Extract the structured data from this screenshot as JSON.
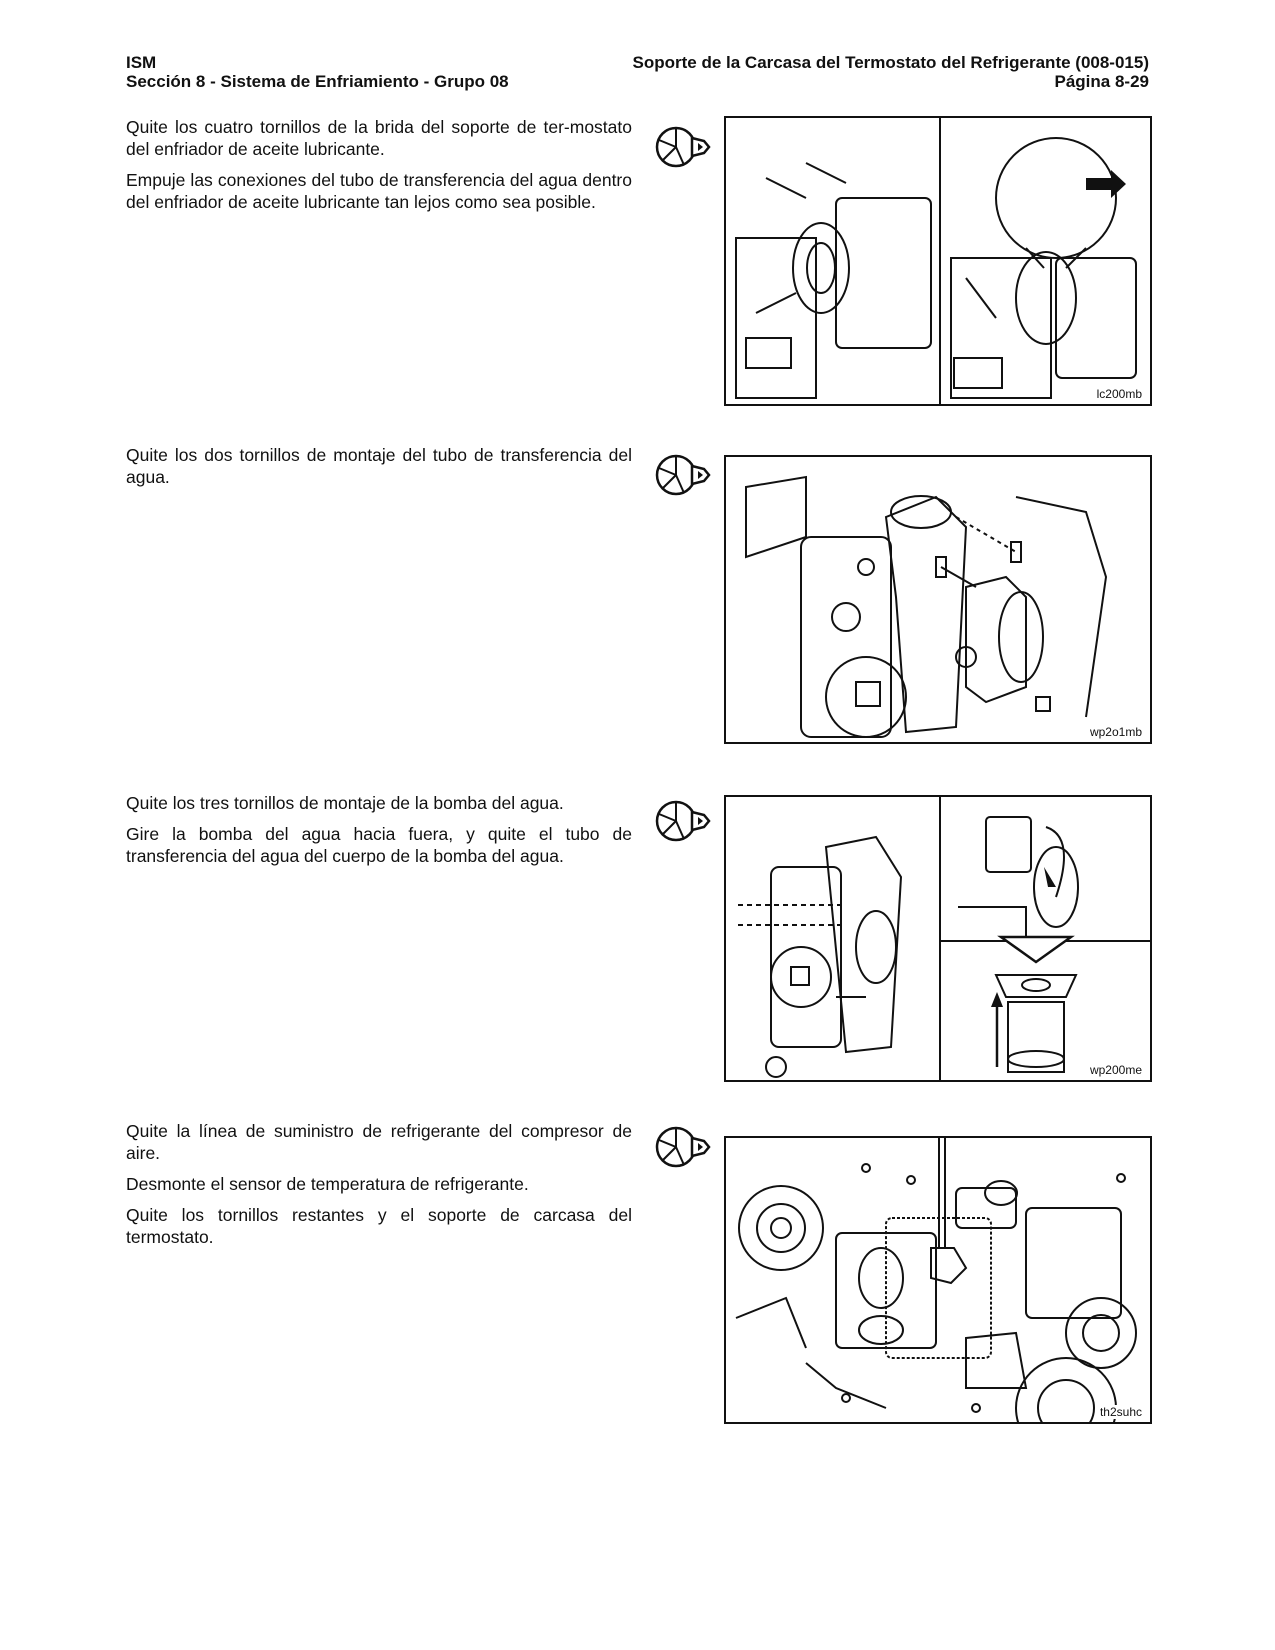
{
  "header": {
    "product": "ISM",
    "section": "Sección 8 - Sistema de Enfriamiento - Grupo 08",
    "title": "Soporte de la Carcasa del Termostato del Refrigerante (008-015)",
    "page": "Página 8-29"
  },
  "steps": [
    {
      "paragraphs": [
        "Quite los cuatro tornillos de la brida del soporte de ter-mostato del enfriador de aceite lubricante.",
        "Empuje las conexiones del tubo de transferencia del agua dentro del enfriador de aceite lubricante tan lejos como sea posible."
      ],
      "figure_label": "lc200mb",
      "tool_icon": "wrench-socket-icon"
    },
    {
      "paragraphs": [
        "Quite los dos tornillos de montaje del tubo de transferencia del agua."
      ],
      "figure_label": "wp2o1mb",
      "tool_icon": "wrench-socket-icon"
    },
    {
      "paragraphs": [
        "Quite los tres tornillos de montaje de la bomba del agua.",
        "Gire la bomba del agua hacia fuera, y quite el tubo de transferencia del agua del cuerpo de la bomba del agua."
      ],
      "figure_label": "wp200me",
      "tool_icon": "wrench-socket-icon"
    },
    {
      "paragraphs": [
        "Quite la línea de suministro de refrigerante del compresor de aire.",
        "Desmonte el sensor de temperatura de refrigerante.",
        "Quite los tornillos restantes y el soporte de carcasa del termostato."
      ],
      "figure_label": "th2suhc",
      "tool_icon": "wrench-socket-icon"
    }
  ]
}
